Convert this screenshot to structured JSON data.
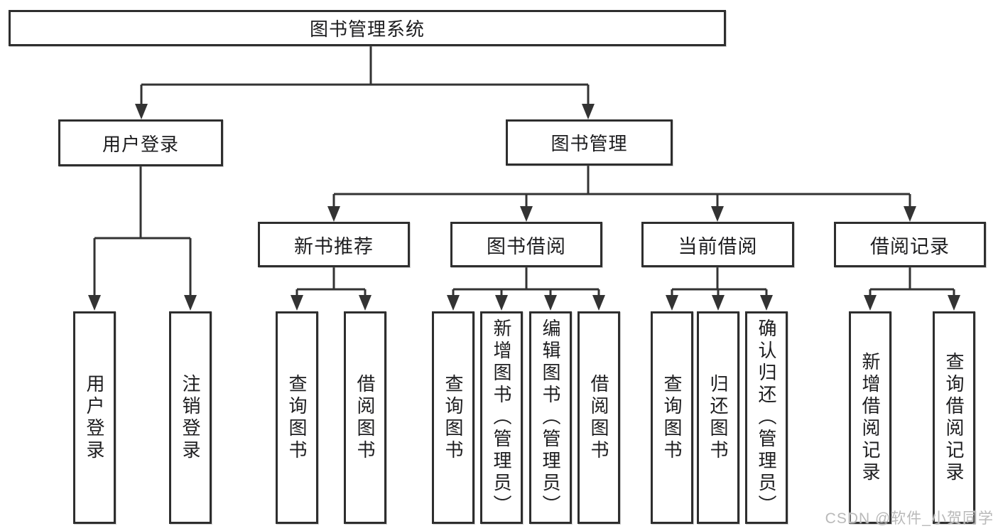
{
  "diagram": {
    "root_label": "图书管理系统",
    "level1": [
      {
        "label": "用户登录"
      },
      {
        "label": "图书管理"
      }
    ],
    "level2": [
      {
        "label": "新书推荐"
      },
      {
        "label": "图书借阅"
      },
      {
        "label": "当前借阅"
      },
      {
        "label": "借阅记录"
      }
    ],
    "leaves": {
      "user_login": [
        "用户登录",
        "注销登录"
      ],
      "new_books": [
        "查询图书",
        "借阅图书"
      ],
      "book_borrowing": [
        "查询图书",
        "新增图书（管理员）",
        "编辑图书（管理员）",
        "借阅图书"
      ],
      "current_borrowing": [
        "查询图书",
        "归还图书",
        "确认归还（管理员）"
      ],
      "borrowing_records": [
        "新增借阅记录",
        "查询借阅记录"
      ]
    }
  },
  "watermark": {
    "text": "CSDN @软件_小贺同学"
  },
  "colors": {
    "line": "#333333",
    "box_border": "#2e2e2e",
    "text": "#1d1d1f",
    "watermark": "#b9b9b9",
    "background": "#ffffff"
  }
}
